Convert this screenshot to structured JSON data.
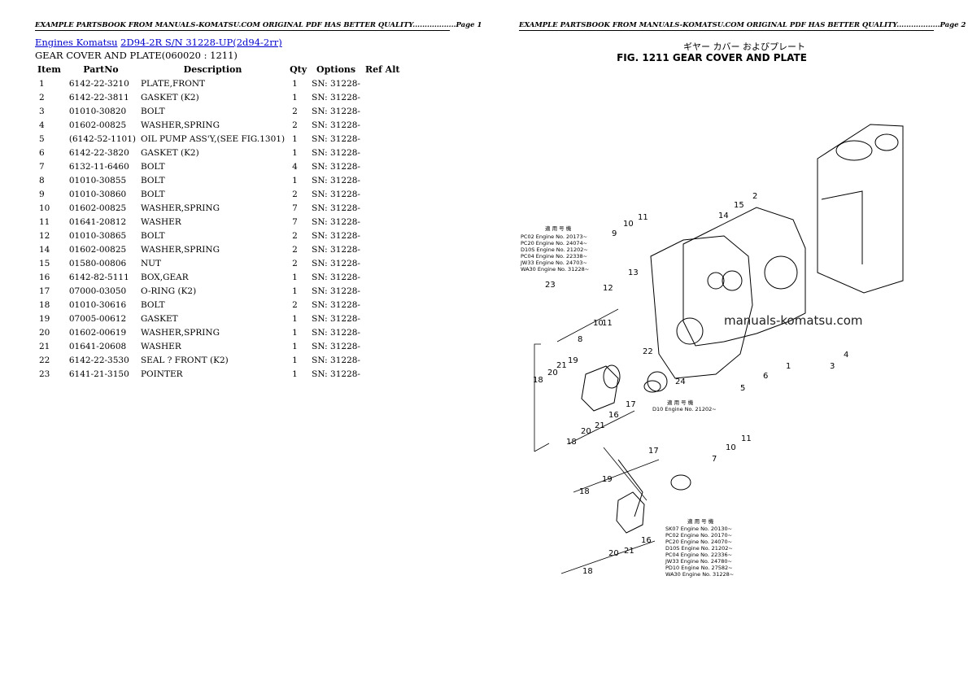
{
  "header": {
    "page1": "EXAMPLE PARTSBOOK FROM MANUALS-KOMATSU.COM ORIGINAL PDF HAS BETTER QUALITY..................Page 1",
    "page2": "EXAMPLE PARTSBOOK FROM MANUALS-KOMATSU.COM ORIGINAL PDF HAS BETTER QUALITY..................Page 2"
  },
  "breadcrumb": {
    "link1": "Engines Komatsu",
    "link2": "2D94-2R S/N 31228-UP(2d94-2rr)"
  },
  "subtitle": "GEAR COVER AND PLATE(060020 : 1211)",
  "table": {
    "headers": [
      "Item",
      "PartNo",
      "Description",
      "Qty",
      "Options",
      "Ref Alt"
    ],
    "rows": [
      [
        "1",
        "6142-22-3210",
        "PLATE,FRONT",
        "1",
        "SN: 31228-"
      ],
      [
        "2",
        "6142-22-3811",
        "GASKET (K2)",
        "1",
        "SN: 31228-"
      ],
      [
        "3",
        "01010-30820",
        "BOLT",
        "2",
        "SN: 31228-"
      ],
      [
        "4",
        "01602-00825",
        "WASHER,SPRING",
        "2",
        "SN: 31228-"
      ],
      [
        "5",
        "(6142-52-1101)",
        "OIL PUMP ASS'Y,(SEE FIG.1301)",
        "1",
        "SN: 31228-"
      ],
      [
        "6",
        "6142-22-3820",
        "GASKET (K2)",
        "1",
        "SN: 31228-"
      ],
      [
        "7",
        "6132-11-6460",
        "BOLT",
        "4",
        "SN: 31228-"
      ],
      [
        "8",
        "01010-30855",
        "BOLT",
        "1",
        "SN: 31228-"
      ],
      [
        "9",
        "01010-30860",
        "BOLT",
        "2",
        "SN: 31228-"
      ],
      [
        "10",
        "01602-00825",
        "WASHER,SPRING",
        "7",
        "SN: 31228-"
      ],
      [
        "11",
        "01641-20812",
        "WASHER",
        "7",
        "SN: 31228-"
      ],
      [
        "12",
        "01010-30865",
        "BOLT",
        "2",
        "SN: 31228-"
      ],
      [
        "14",
        "01602-00825",
        "WASHER,SPRING",
        "2",
        "SN: 31228-"
      ],
      [
        "15",
        "01580-00806",
        "NUT",
        "2",
        "SN: 31228-"
      ],
      [
        "16",
        "6142-82-5111",
        "BOX,GEAR",
        "1",
        "SN: 31228-"
      ],
      [
        "17",
        "07000-03050",
        "O-RING (K2)",
        "1",
        "SN: 31228-"
      ],
      [
        "18",
        "01010-30616",
        "BOLT",
        "2",
        "SN: 31228-"
      ],
      [
        "19",
        "07005-00612",
        "GASKET",
        "1",
        "SN: 31228-"
      ],
      [
        "20",
        "01602-00619",
        "WASHER,SPRING",
        "1",
        "SN: 31228-"
      ],
      [
        "21",
        "01641-20608",
        "WASHER",
        "1",
        "SN: 31228-"
      ],
      [
        "22",
        "6142-22-3530",
        "SEAL ? FRONT (K2)",
        "1",
        "SN: 31228-"
      ],
      [
        "23",
        "6141-21-3150",
        "POINTER",
        "1",
        "SN: 31228-"
      ]
    ]
  },
  "diagram": {
    "title_jp": "ギヤー カバー およびプレート",
    "title": "FIG. 1211  GEAR COVER AND PLATE",
    "watermark": "manuals-komatsu.com",
    "callouts": [
      "1",
      "2",
      "3",
      "4",
      "5",
      "6",
      "7",
      "8",
      "9",
      "10",
      "11",
      "12",
      "13",
      "14",
      "15",
      "16",
      "17",
      "18",
      "19",
      "20",
      "21",
      "22",
      "23",
      "24"
    ],
    "note_heading": "適 用 号 機",
    "note_left": [
      "PC02  Engine No. 20173~",
      "PC20  Engine No. 24074~",
      "D10S  Engine No. 21202~",
      "PC04  Engine No. 22338~",
      "JW33  Engine No. 24703~",
      "WA30  Engine No. 31228~"
    ],
    "note_mid": [
      "D10  Engine No. 21202~"
    ],
    "note_bottom": [
      "SK07  Engine No. 20130~",
      "PC02  Engine No. 20170~",
      "PC20  Engine No. 24070~",
      "D10S  Engine No. 21202~",
      "PC04  Engine No. 22336~",
      "JW33  Engine No. 24780~",
      "PD10  Engine No. 27582~",
      "WA30  Engine No. 31228~"
    ]
  }
}
